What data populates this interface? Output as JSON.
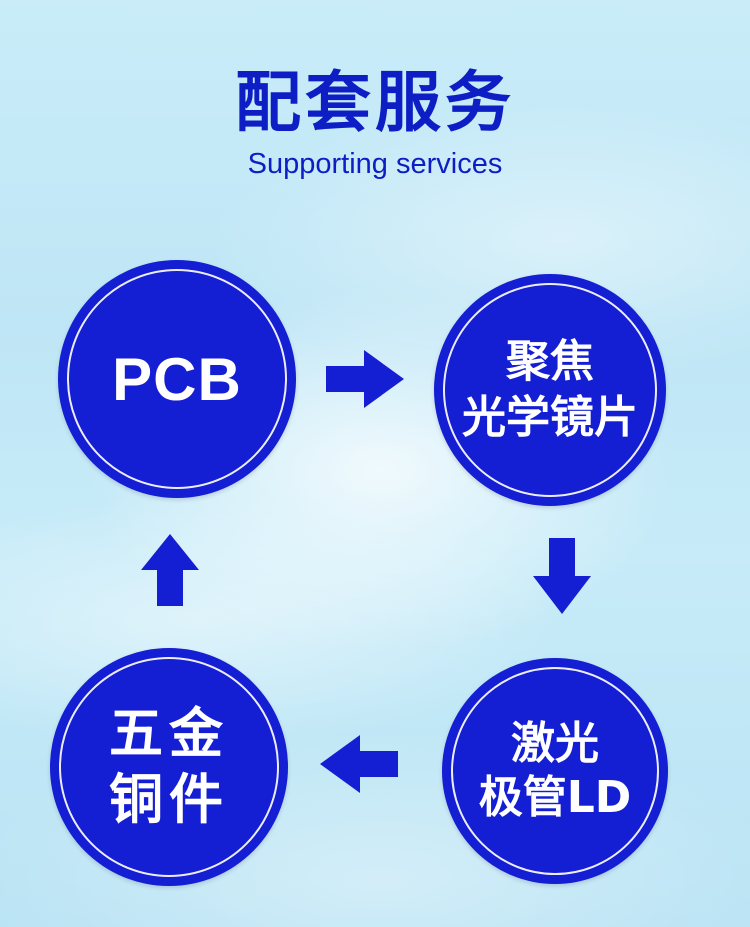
{
  "header": {
    "title": "配套服务",
    "subtitle": "Supporting services"
  },
  "nodes": {
    "pcb": {
      "lines": [
        "PCB"
      ]
    },
    "lens": {
      "lines": [
        "聚焦",
        "光学镜片"
      ]
    },
    "laser": {
      "lines": [
        "激光",
        "极管LD"
      ]
    },
    "copper": {
      "lines": [
        "五金",
        "铜件"
      ]
    }
  },
  "flow": [
    "pcb",
    "lens",
    "laser",
    "copper",
    "pcb"
  ],
  "colors": {
    "primary": "#141ed2",
    "title": "#0d1ec4",
    "background": "#c4e9f7",
    "text_on_node": "#ffffff"
  }
}
